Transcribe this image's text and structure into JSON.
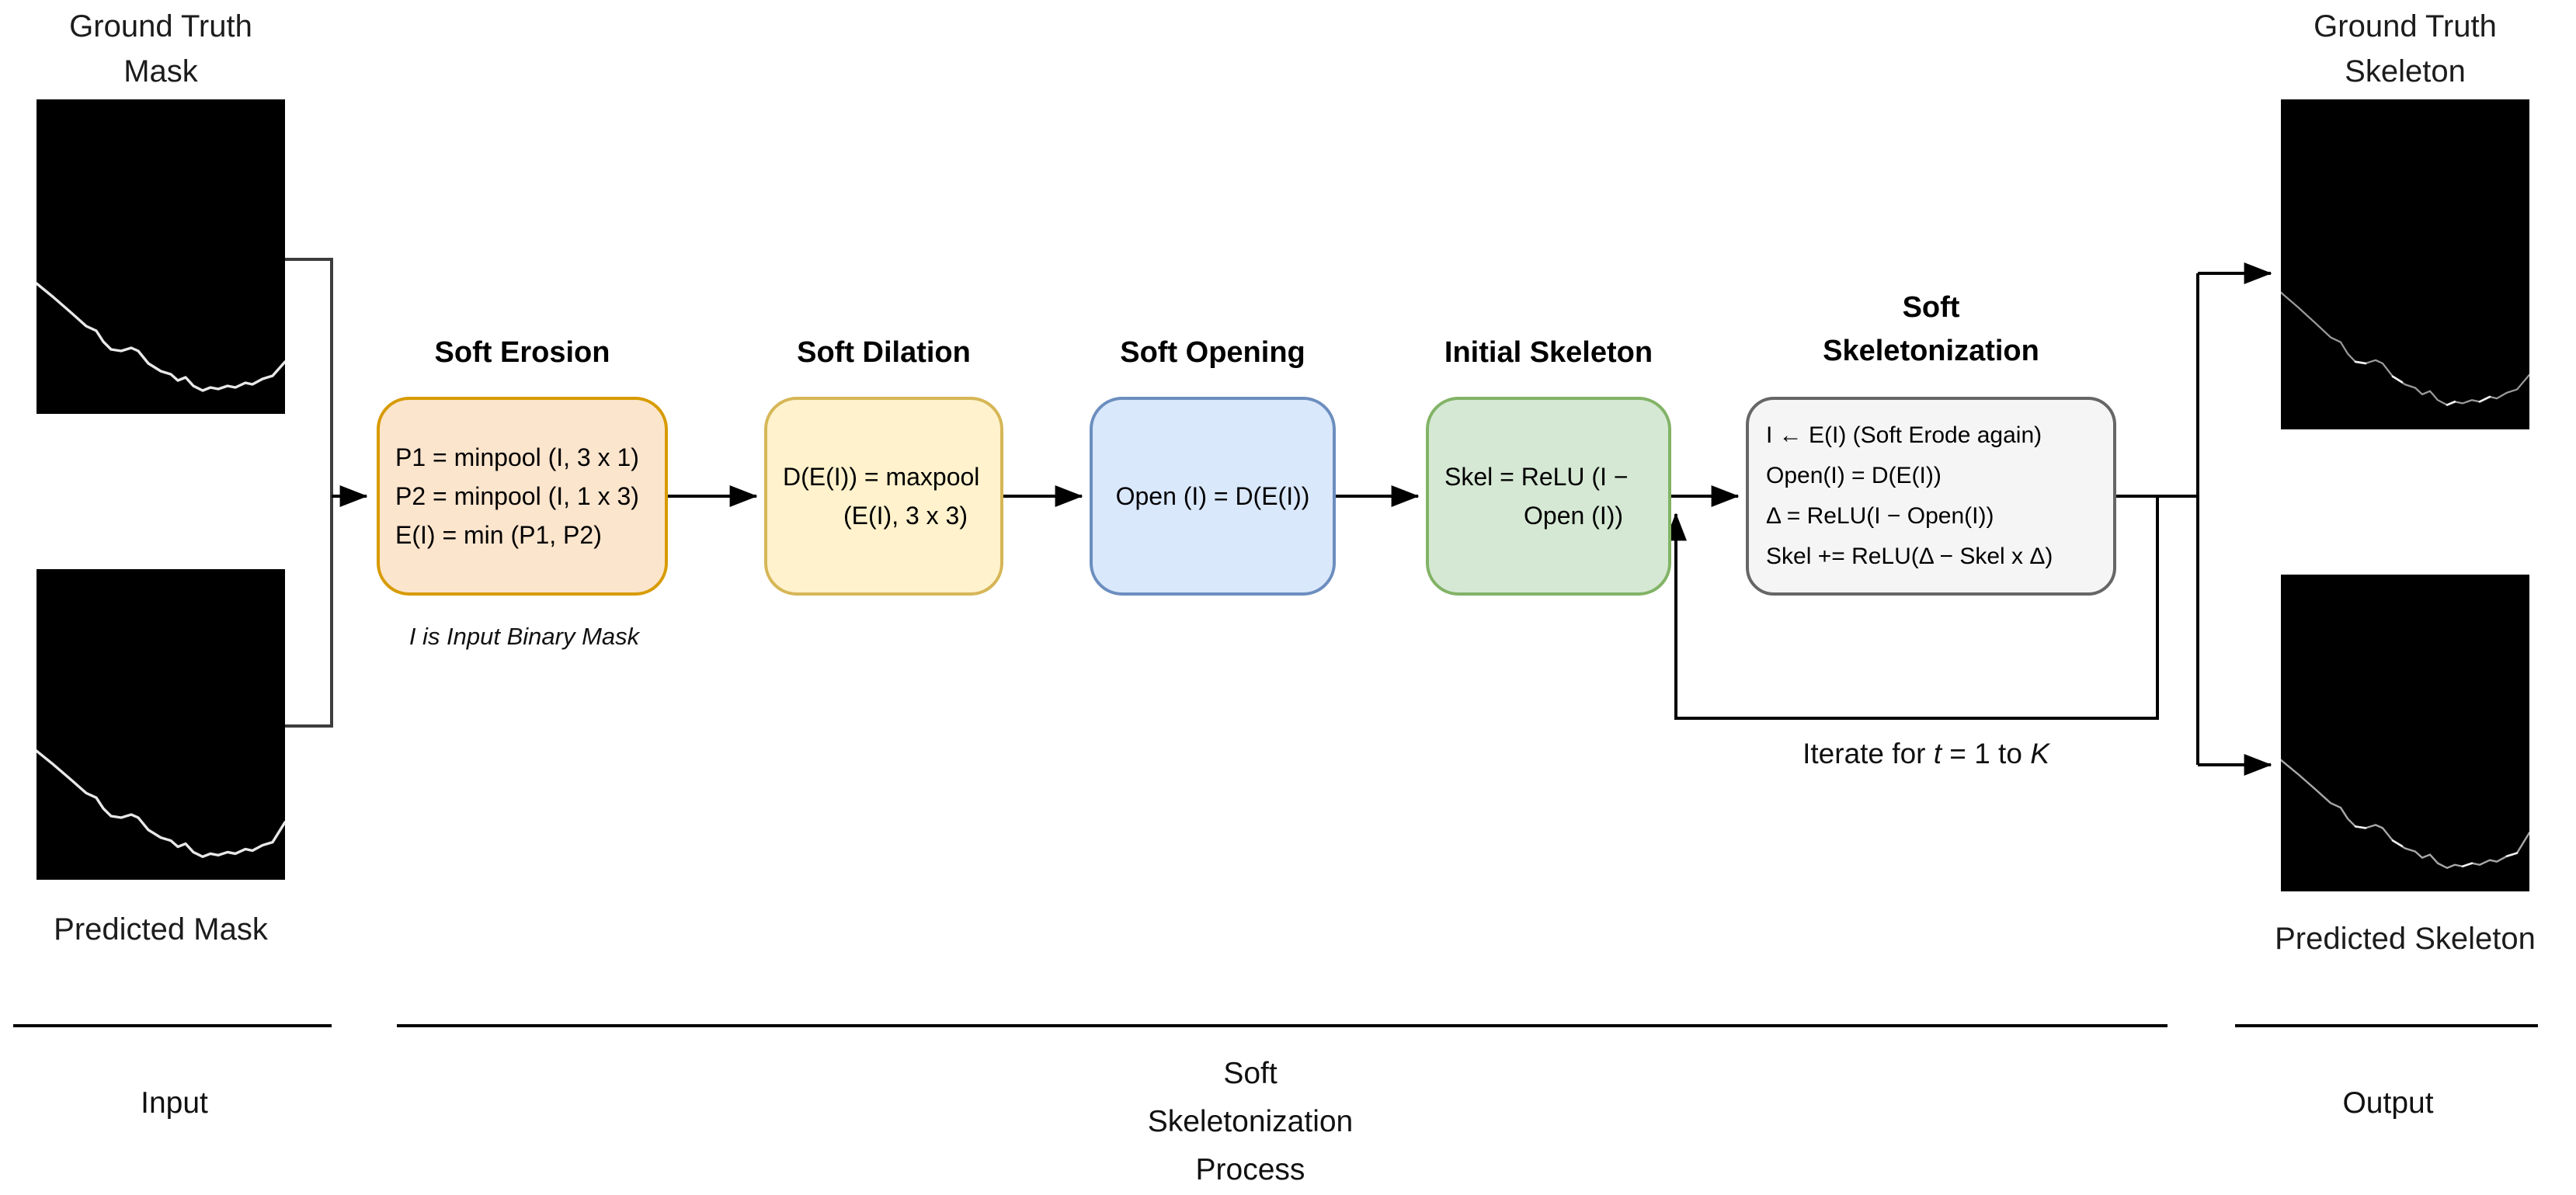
{
  "labels": {
    "ground_truth_mask": [
      "Ground Truth",
      "Mask"
    ],
    "predicted_mask": "Predicted Mask",
    "ground_truth_skeleton": [
      "Ground Truth",
      "Skeleton"
    ],
    "predicted_skeleton": "Predicted Skeleton",
    "input": "Input",
    "output": "Output",
    "process": [
      "Soft",
      "Skeletonization",
      "Process"
    ],
    "iterate": {
      "pre": "Iterate for ",
      "t": "t",
      "mid": " = 1 to ",
      "k": "K"
    },
    "erosion_note": "I is Input Binary Mask"
  },
  "boxes": {
    "erosion": {
      "title": "Soft Erosion",
      "lines": [
        "P1 = minpool (I, 3 x 1)",
        "P2 = minpool (I, 1 x 3)",
        "E(I) = min (P1, P2)"
      ]
    },
    "dilation": {
      "title": "Soft Dilation",
      "lines": [
        "D(E(I)) = maxpool",
        "(E(I), 3 x 3)"
      ]
    },
    "opening": {
      "title": "Soft Opening",
      "lines": [
        "Open (I) = D(E(I))"
      ]
    },
    "initial_skeleton": {
      "title": "Initial Skeleton",
      "lines": [
        "Skel = ReLU (I −",
        "Open (I))"
      ]
    },
    "soft_skeletonization": {
      "title": [
        "Soft",
        "Skeletonization"
      ],
      "lines": [
        "I ← E(I) (Soft Erode again)",
        "Open(I) = D(E(I))",
        "Δ = ReLU(I − Open(I))",
        "Skel += ReLU(Δ − Skel x Δ)"
      ]
    }
  },
  "colors": {
    "erosion_fill": "#fce5cd",
    "erosion_border": "#d79b00",
    "dilation_fill": "#fff2cc",
    "dilation_border": "#d6b656",
    "opening_fill": "#dae8fc",
    "opening_border": "#6c8ebf",
    "initial_skeleton_fill": "#d5e8d4",
    "initial_skeleton_border": "#82b366",
    "soft_skeletonization_fill": "#f5f5f5",
    "soft_skeletonization_border": "#666666",
    "connector": "#000000",
    "mask_background": "#000000",
    "mask_curve": "#e8e8e8",
    "skeleton_curve": "#9a9a9a"
  }
}
